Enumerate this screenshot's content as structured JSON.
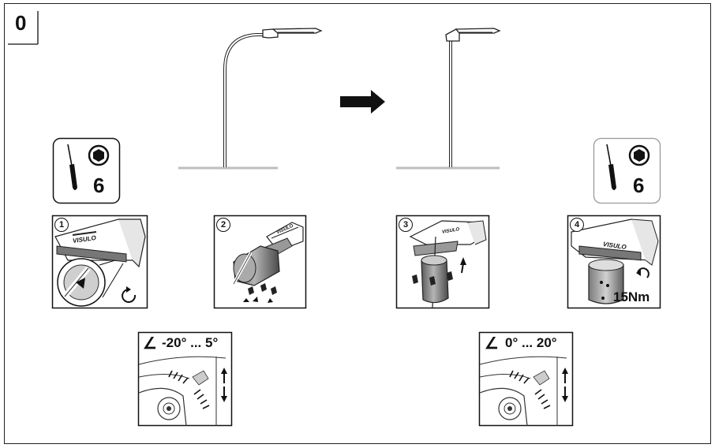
{
  "page": {
    "section_number": "0"
  },
  "tool_left": {
    "icon": "screwdriver-hex-icon",
    "size": "6"
  },
  "tool_right": {
    "icon": "screwdriver-hex-icon",
    "size": "6"
  },
  "steps": [
    {
      "number": "1",
      "brand": "VISULO",
      "rotation_icon": "rotate-ccw-icon"
    },
    {
      "number": "2",
      "brand": "VISULO"
    },
    {
      "number": "3",
      "brand": "VISULO"
    },
    {
      "number": "4",
      "brand": "VISULO",
      "rotation_icon": "rotate-cw-icon",
      "torque": "15Nm"
    }
  ],
  "angle_left": {
    "symbol": "∠",
    "range": "-20° ... 5°"
  },
  "angle_right": {
    "symbol": "∠",
    "range": "0° ... 20°"
  },
  "colors": {
    "line": "#111111",
    "ground": "#bdbdbd",
    "fill_gray": "#888888",
    "tool_border_right": "#999999"
  }
}
